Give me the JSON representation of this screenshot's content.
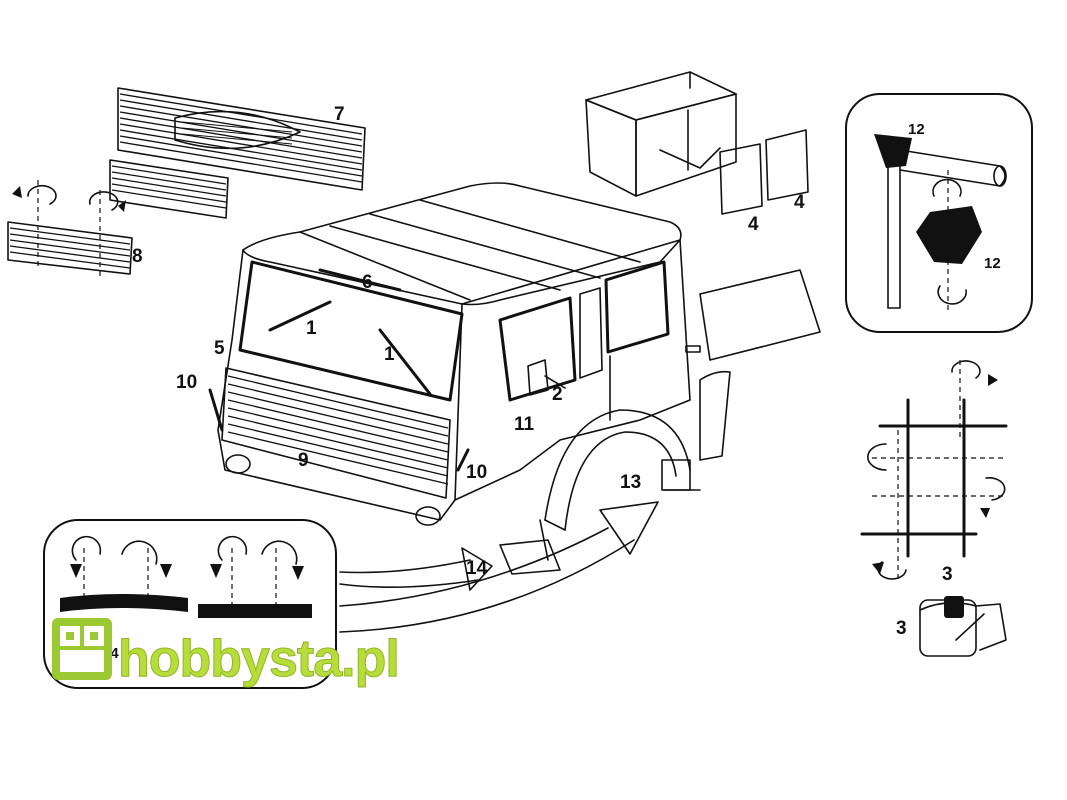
{
  "labels": {
    "l1a": "1",
    "l1b": "1",
    "l2": "2",
    "l3a": "3",
    "l3b": "3",
    "l4a": "4",
    "l4b": "4",
    "l5": "5",
    "l6": "6",
    "l7": "7",
    "l8": "8",
    "l9": "9",
    "l10a": "10",
    "l10b": "10",
    "l11": "11",
    "l12a": "12",
    "l12b": "12",
    "l13": "13",
    "l14a": "14",
    "l14b": "14"
  },
  "watermark": {
    "text": "hobbysta.pl",
    "color": "#b8dc3a",
    "logo_color": "#9cc832"
  }
}
